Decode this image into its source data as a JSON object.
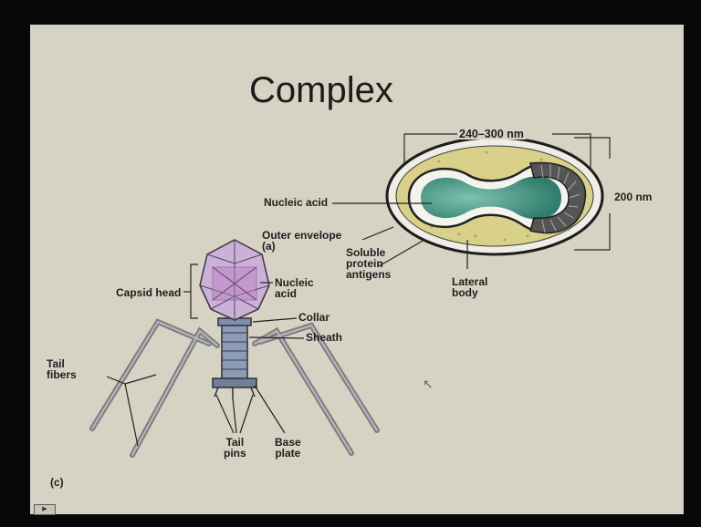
{
  "slide": {
    "title": "Complex",
    "panel_tag": "(c)",
    "poxvirus": {
      "width_dimension": "240–300 nm",
      "height_dimension": "200 nm",
      "nucleic_acid": "Nucleic acid",
      "outer_envelope": "Outer envelope\n(a)",
      "soluble_protein_antigens": "Soluble\nprotein\nantigens",
      "lateral_body": "Lateral\nbody"
    },
    "phage": {
      "capsid_head": "Capsid head",
      "nucleic_acid": "Nucleic\nacid",
      "collar": "Collar",
      "sheath": "Sheath",
      "tail_fibers": "Tail\nfibers",
      "tail_pins": "Tail\npins",
      "base_plate": "Base\nplate"
    }
  },
  "colors": {
    "slide_bg": "#d6d3c4",
    "nucleoid_fill": "#4e9c8a",
    "lateral_body": "#d8cf86",
    "capsid_fill": "#c5a7d2",
    "tail_fill": "#8ea0b8"
  },
  "icons": [
    "mouse-cursor-icon",
    "slide-control-icon"
  ]
}
